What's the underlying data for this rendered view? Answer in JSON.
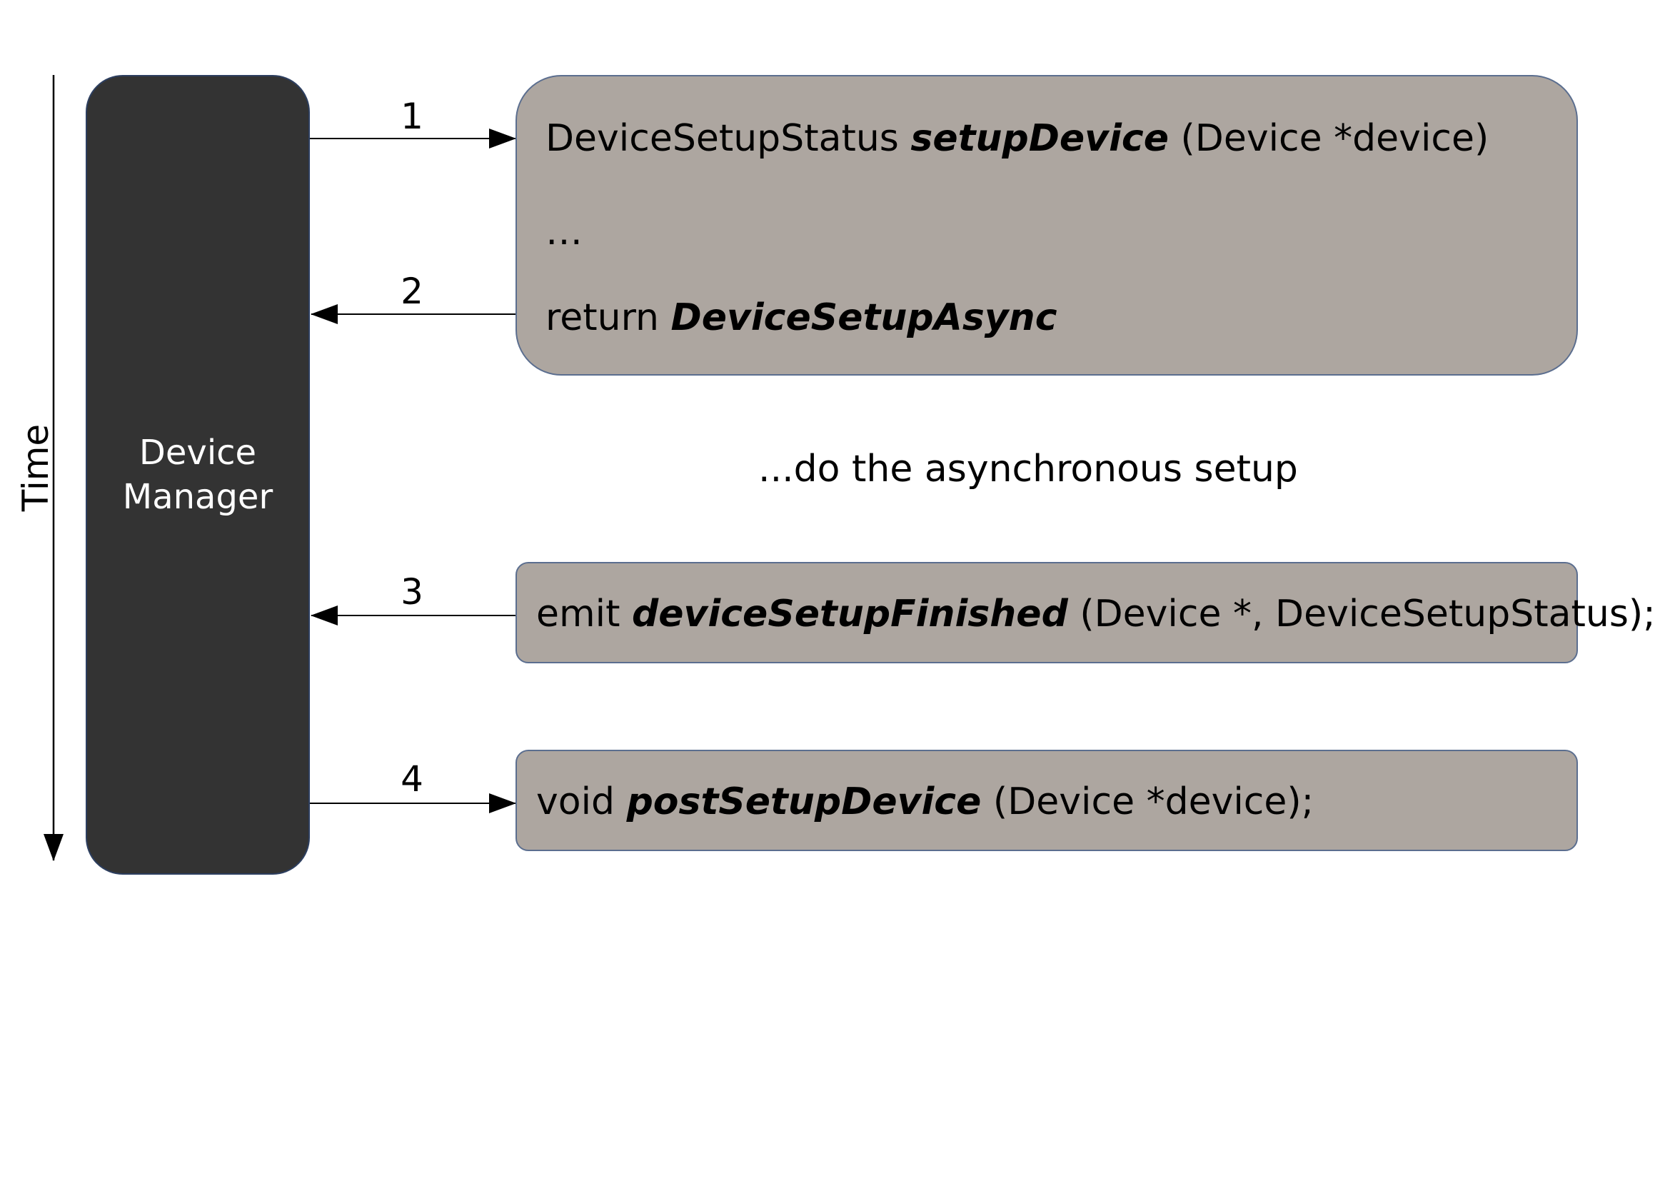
{
  "time_axis": {
    "label": "Time"
  },
  "manager": {
    "label": "Device\nManager"
  },
  "steps": {
    "s1": "1",
    "s2": "2",
    "s3": "3",
    "s4": "4"
  },
  "setup_box": {
    "signature_prefix": "DeviceSetupStatus ",
    "signature_method": "setupDevice",
    "signature_args": " (Device *device)",
    "ellipsis": "…",
    "return_prefix": "return ",
    "return_value": "DeviceSetupAsync"
  },
  "async_note": "...do the asynchronous setup",
  "emit_box": {
    "prefix": "emit ",
    "signal": "deviceSetupFinished",
    "args": " (Device *, DeviceSetupStatus);"
  },
  "post_box": {
    "prefix": "void ",
    "method": "postSetupDevice",
    "args": " (Device *device);"
  },
  "colors": {
    "manager_fill": "#333333",
    "box_fill": "#ada6a0",
    "box_border": "#5b6e8f",
    "arrow": "#000000"
  }
}
